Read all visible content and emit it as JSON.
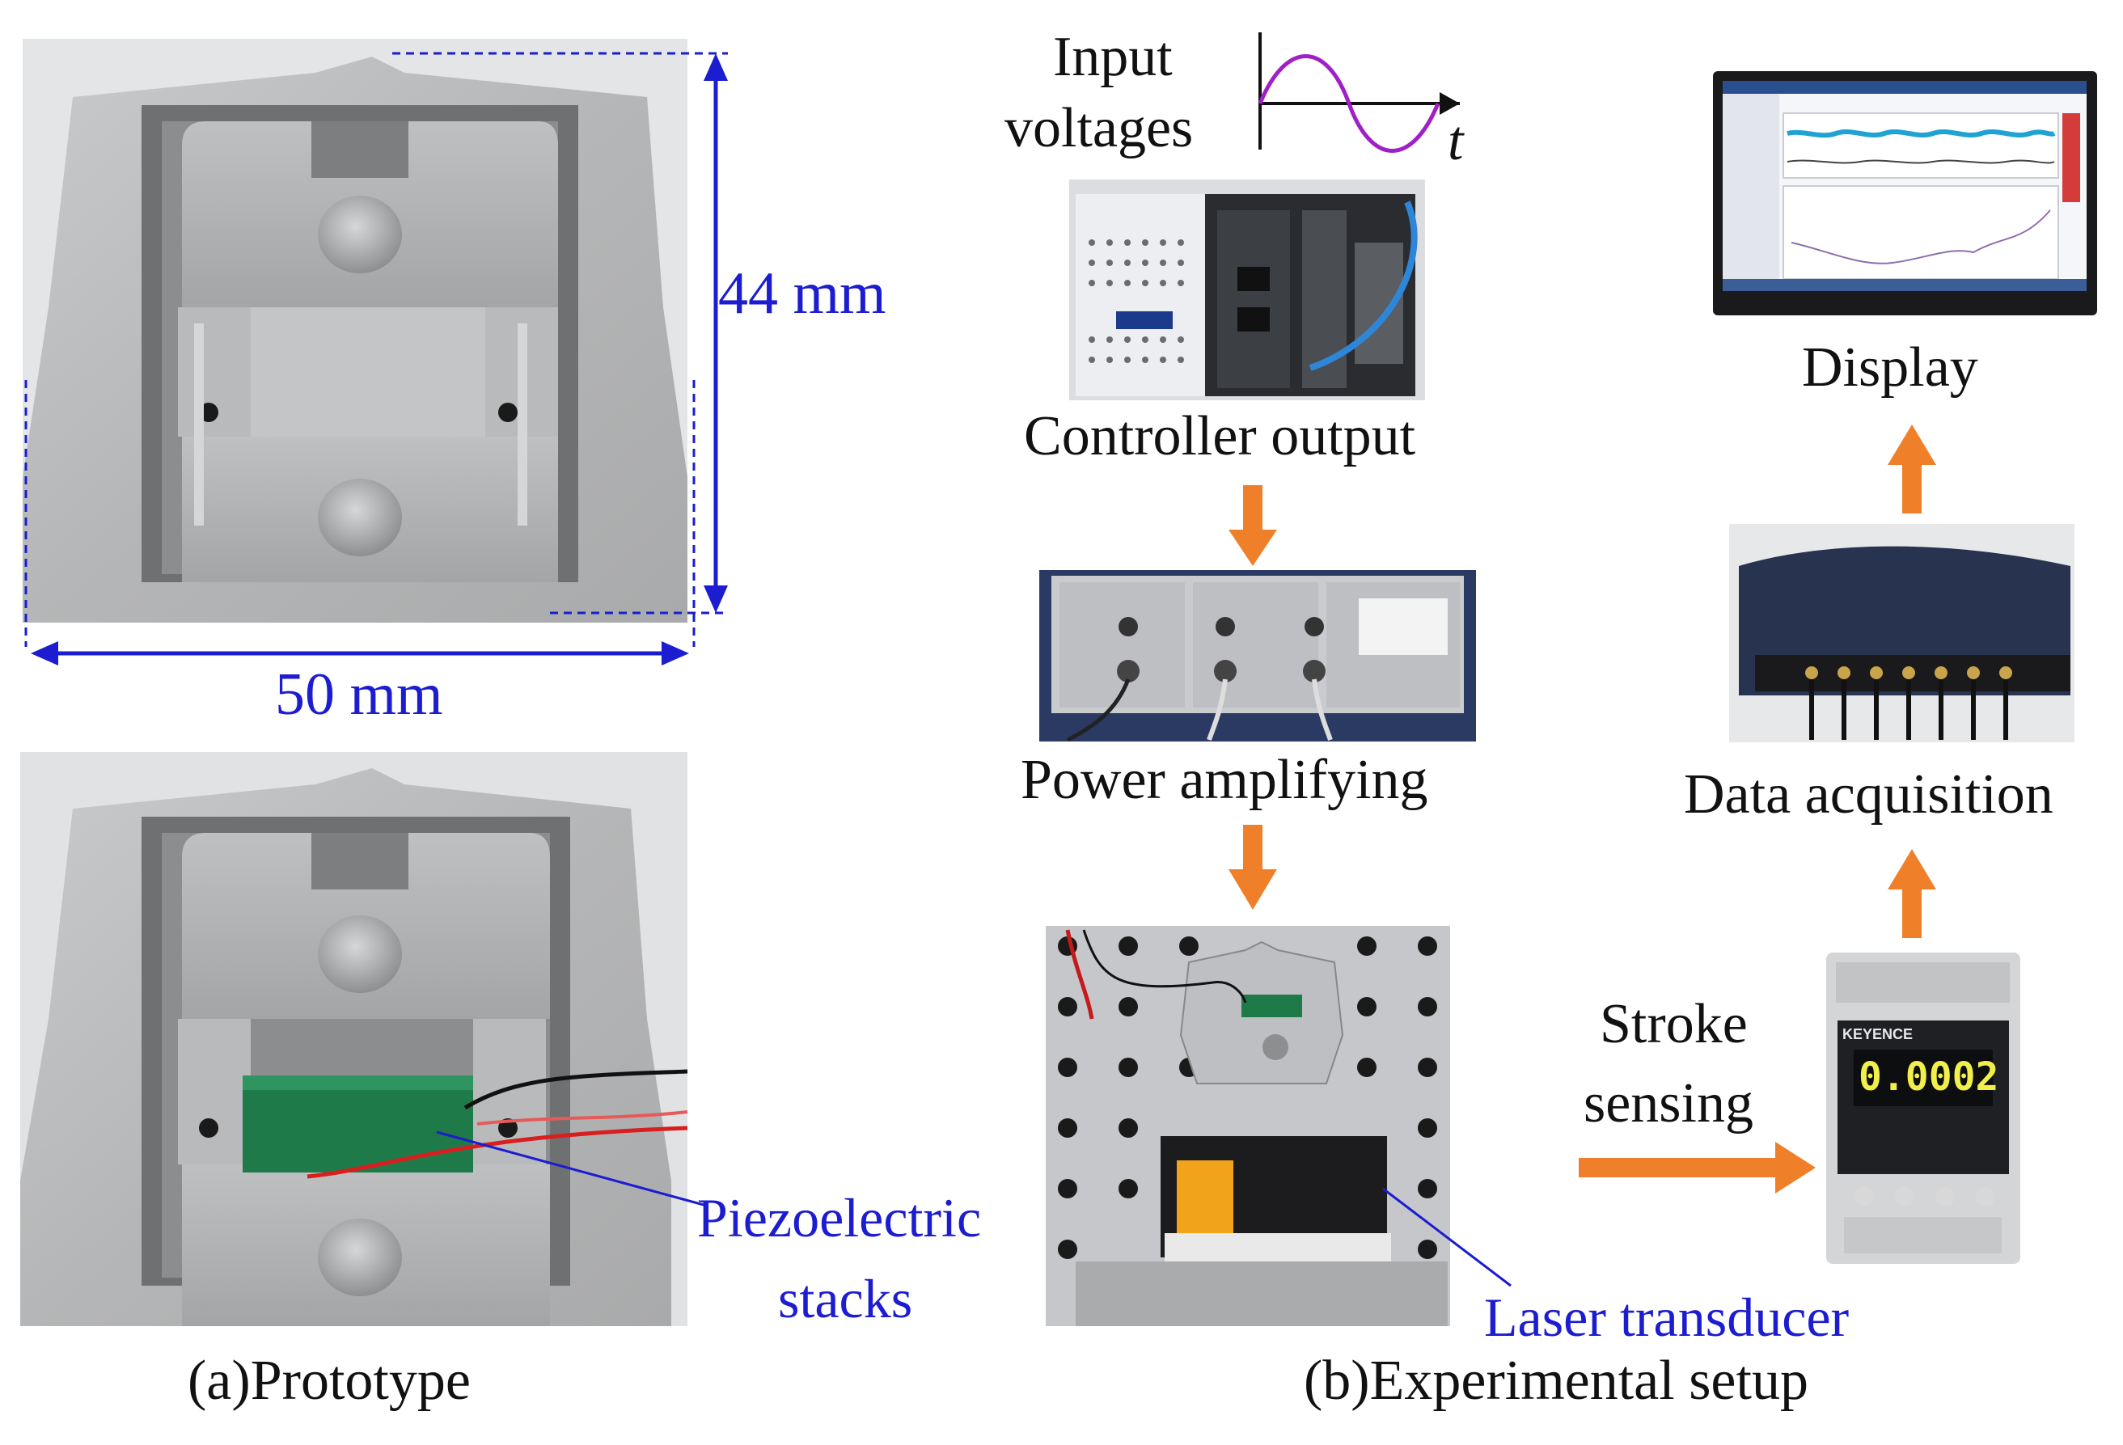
{
  "prototype": {
    "dim_height": "44 mm",
    "dim_width": "50 mm",
    "piezo_label_line1": "Piezoelectric",
    "piezo_label_line2": "stacks",
    "caption_tag": "(a)",
    "caption_text": "Prototype"
  },
  "setup": {
    "input_line1": "Input",
    "input_line2": "voltages",
    "time_symbol": "t",
    "controller": "Controller output",
    "power": "Power amplifying",
    "stroke_line1": "Stroke",
    "stroke_line2": "sensing",
    "laser": "Laser transducer",
    "data_acq": "Data acquisition",
    "display": "Display",
    "sensor_readout": "0.0002",
    "sensor_brand": "KEYENCE",
    "caption_tag": "(b)",
    "caption_text": "Experimental setup"
  },
  "colors": {
    "arrow": "#f07f2a",
    "dimension": "#1c1cd0",
    "sine": "#a020c8"
  }
}
